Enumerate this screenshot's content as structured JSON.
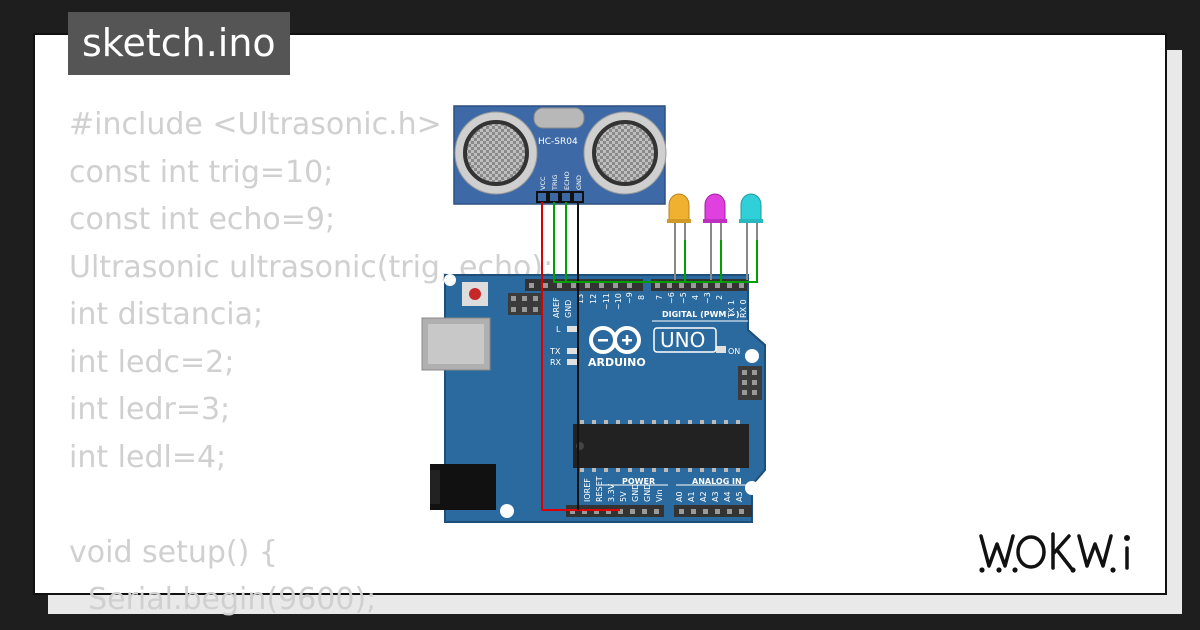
{
  "title": "sketch.ino",
  "code_lines": [
    "#include <Ultrasonic.h>",
    "const int trig=10;",
    "const int echo=9;",
    "Ultrasonic ultrasonic(trig, echo);",
    "int distancia;",
    "int ledc=2;",
    "int ledr=3;",
    "int ledl=4;",
    "",
    "void setup() {",
    "  Serial.begin(9600);"
  ],
  "sensor": {
    "model": "HC-SR04",
    "pins": [
      "VCC",
      "TRIG",
      "ECHO",
      "GND"
    ]
  },
  "board": {
    "brand": "ARDUINO",
    "model": "UNO",
    "digital_header_label": "DIGITAL (PWM ~)",
    "digital_pins_left": [
      "AREF",
      "GND",
      "13",
      "12",
      "~11",
      "~10",
      "~9",
      "8"
    ],
    "digital_pins_right": [
      "7",
      "~6",
      "~5",
      "4",
      "~3",
      "2",
      "TX 1",
      "RX 0"
    ],
    "led_l": "L",
    "led_tx": "TX",
    "led_rx": "RX",
    "led_on": "ON",
    "power_label": "POWER",
    "analog_label": "ANALOG IN",
    "power_pins": [
      "IOREF",
      "RESET",
      "3.3V",
      "5V",
      "GND",
      "GND",
      "Vin"
    ],
    "analog_pins": [
      "A0",
      "A1",
      "A2",
      "A3",
      "A4",
      "A5"
    ]
  },
  "leds": [
    {
      "color": "#f0b030"
    },
    {
      "color": "#e040e0"
    },
    {
      "color": "#30d0d8"
    }
  ],
  "wire_colors": {
    "vcc": "#dd0000",
    "gnd": "#000000",
    "signal": "#00a000"
  },
  "logo": "WOKWi"
}
